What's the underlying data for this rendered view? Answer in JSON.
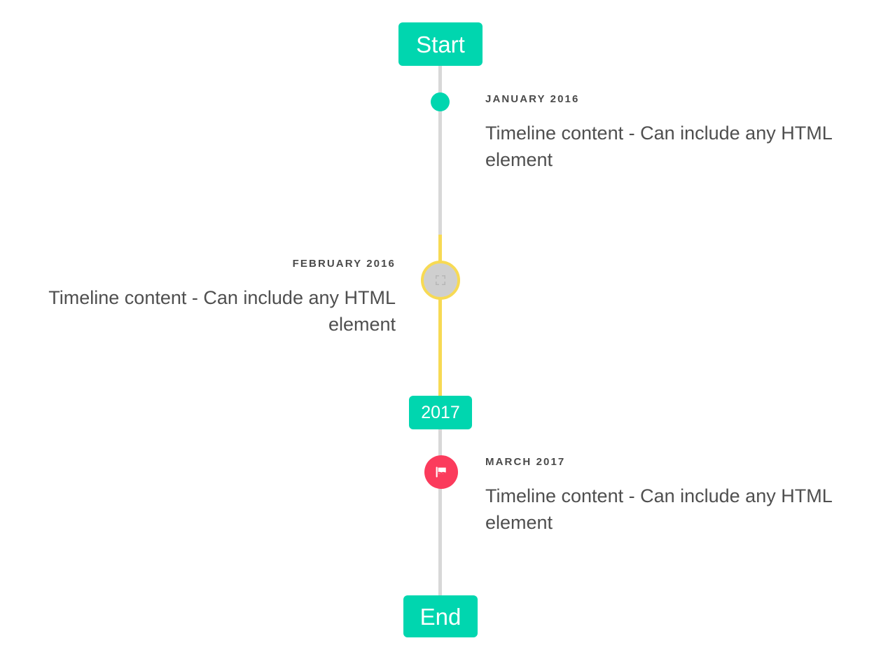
{
  "theme": {
    "accent_teal": "#00d6af",
    "accent_yellow": "#f7da54",
    "accent_pink": "#fb3b5c",
    "rail_grey": "#d8d8d8",
    "marker_fill_grey": "#cfcfcf",
    "text_dark": "#4a4a4a",
    "text_body": "#4f4f4f",
    "background": "#ffffff"
  },
  "timeline": {
    "start_label": "Start",
    "middle_label": "2017",
    "end_label": "End",
    "entries": [
      {
        "date": "JANUARY 2016",
        "body": "Timeline content - Can include any HTML element",
        "side": "right",
        "marker": "dot",
        "marker_color": "#00d6af"
      },
      {
        "date": "FEBRUARY 2016",
        "body": "Timeline content - Can include any HTML element",
        "side": "left",
        "marker": "ring",
        "marker_color": "#f7da54"
      },
      {
        "date": "MARCH 2017",
        "body": "Timeline content - Can include any HTML element",
        "side": "right",
        "marker": "flag",
        "marker_color": "#fb3b5c"
      }
    ]
  },
  "icons": {
    "flag": "flag-icon",
    "broken_image": "broken-image-icon"
  }
}
